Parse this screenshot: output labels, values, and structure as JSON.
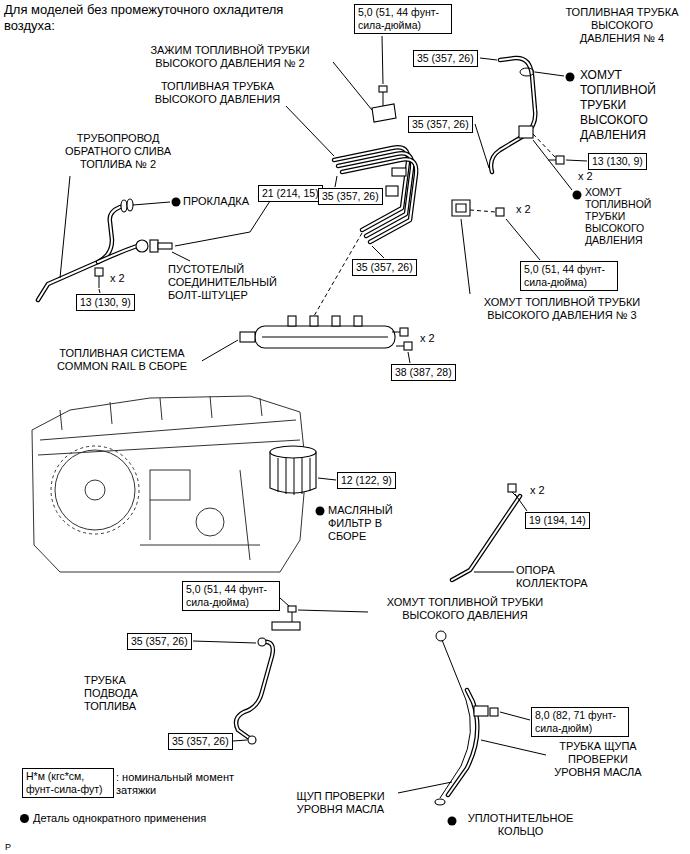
{
  "diagram": {
    "title": "Для моделей без промежуточного охладителя воздуха:",
    "nodes": [
      {
        "text": [
          "5,0 (51, 44 фунт-сила-дюйма)"
        ]
      },
      {
        "text": [
          "35 (357, 26)"
        ]
      },
      {
        "text": [
          "35 (357, 26)"
        ]
      },
      {
        "text": [
          "13 (130, 9)"
        ]
      },
      {
        "text": [
          "21 (214, 15)"
        ]
      },
      {
        "text": [
          "35 (357, 26)"
        ]
      },
      {
        "text": [
          "35 (357, 26)"
        ]
      },
      {
        "text": [
          "5,0 (51, 44 фунт-сила-дюйма)"
        ]
      },
      {
        "text": [
          "13 (130, 9)"
        ]
      },
      {
        "text": [
          "38 (387, 28)"
        ]
      },
      {
        "text": [
          "12 (122, 9)"
        ]
      },
      {
        "text": [
          "19 (194, 14)"
        ]
      },
      {
        "text": [
          "5,0 (51, 44 фунт-сила-дюйма)"
        ]
      },
      {
        "text": [
          "35 (357, 26)"
        ]
      },
      {
        "text": [
          "8,0 (82, 71 фунт-сила-дюйм)"
        ]
      },
      {
        "text": [
          "35 (357, 26)"
        ]
      },
      {
        "text": [
          "Н*м (кгс*см, фунт-сила-фут)"
        ]
      }
    ],
    "labels": [
      "ТОПЛИВНАЯ ТРУБКА ВЫСОКОГО ДАВЛЕНИЯ № 4",
      "ЗАЖИМ ТОПЛИВНОЙ ТРУБКИ ВЫСОКОГО ДАВЛЕНИЯ № 2",
      "ХОМУТ ТОПЛИВНОЙ ТРУБКИ ВЫСОКОГО ДАВЛЕНИЯ",
      "ТОПЛИВНАЯ ТРУБКА ВЫСОКОГО ДАВЛЕНИЯ",
      "ТРУБОПРОВОД ОБРАТНОГО СЛИВА ТОПЛИВА № 2",
      "x 2",
      "ПРОКЛАДКА",
      "ХОМУТ ТОПЛИВНОЙ ТРУБКИ ВЫСОКОГО ДАВЛЕНИЯ",
      "x 2",
      "ПУСТОТЕЛЫЙ СОЕДИНИТЕЛЬНЫЙ БОЛТ-ШТУЦЕР",
      "x 2",
      "ХОМУТ ТОПЛИВНОЙ ТРУБКИ ВЫСОКОГО ДАВЛЕНИЯ № 3",
      "x 2",
      "ТОПЛИВНАЯ СИСТЕМА COMMON RAIL В СБОРЕ",
      "x 2",
      "МАСЛЯНЫЙ ФИЛЬТР В СБОРЕ",
      "ОПОРА КОЛЛЕКТОРА",
      "ХОМУТ ТОПЛИВНОЙ ТРУБКИ ВЫСОКОГО ДАВЛЕНИЯ",
      "ТРУБКА ПОДВОДА ТОПЛИВА",
      "ТРУБКА ЩУПА ПРОВЕРКИ УРОВНЯ МАСЛА",
      "ЩУП ПРОВЕРКИ УРОВНЯ МАСЛА",
      "УПЛОТНИТЕЛЬНОЕ КОЛЬЦО",
      ": номинальный момент затяжки",
      "P"
    ],
    "legend": [
      {
        "text": "Деталь однократного применения"
      }
    ]
  }
}
